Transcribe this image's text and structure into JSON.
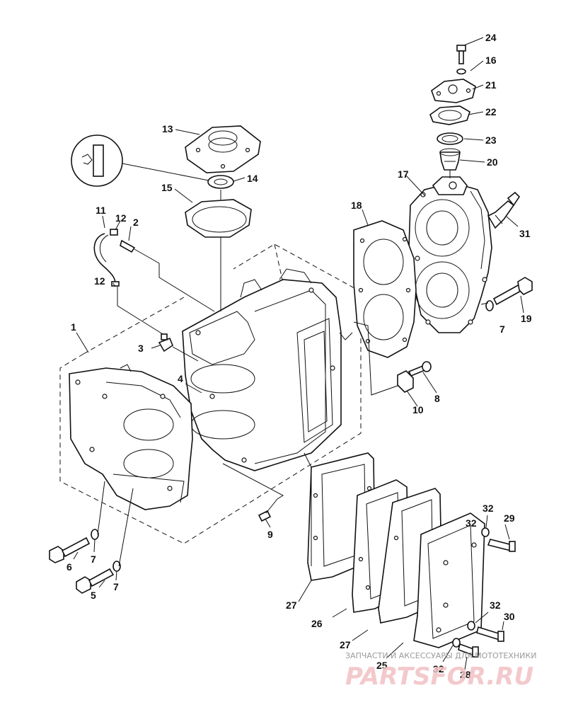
{
  "diagram": {
    "part_labels": [
      "1",
      "2",
      "3",
      "4",
      "5",
      "6",
      "7",
      "7",
      "7",
      "8",
      "9",
      "10",
      "11",
      "12",
      "12",
      "13",
      "14",
      "15",
      "16",
      "17",
      "18",
      "19",
      "20",
      "21",
      "22",
      "23",
      "24",
      "25",
      "26",
      "27",
      "27",
      "28",
      "29",
      "30",
      "31",
      "32",
      "32",
      "32",
      "32"
    ]
  },
  "watermark": {
    "caption": "ЗАПЧАСТИ И АКСЕССУАРЫ ДЛЯ МОТОТЕХНИКИ",
    "logo": "PARTSFOR.RU"
  },
  "colors": {
    "ink": "#111111",
    "watermark_text": "#9a9a9a",
    "watermark_logo": "#f2c0c4"
  }
}
